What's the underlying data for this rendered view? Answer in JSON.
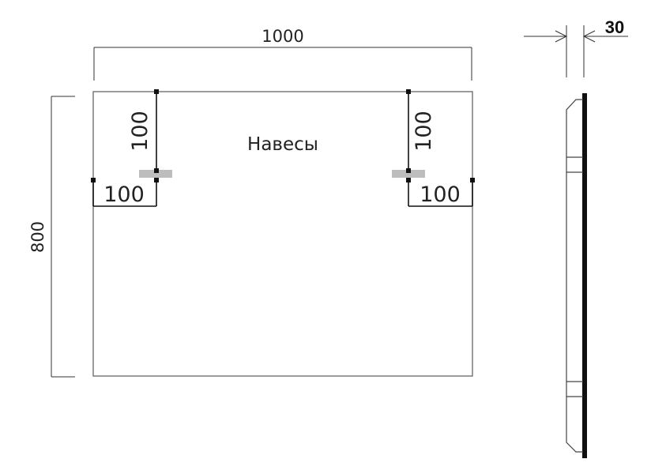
{
  "drawing": {
    "overall_width": {
      "label": "1000"
    },
    "overall_height": {
      "label": "800"
    },
    "depth": {
      "label": "30"
    },
    "hangers": {
      "label": "Навесы",
      "left": {
        "vertical_offset": "100",
        "horizontal_offset": "100"
      },
      "right": {
        "vertical_offset": "100",
        "horizontal_offset": "100"
      }
    }
  },
  "colors": {
    "frame": "#7a7a7a",
    "dimension_lines": "#333333",
    "markers": "#111111",
    "hanger_fill": "#bdbdbd",
    "text": "#222222"
  }
}
